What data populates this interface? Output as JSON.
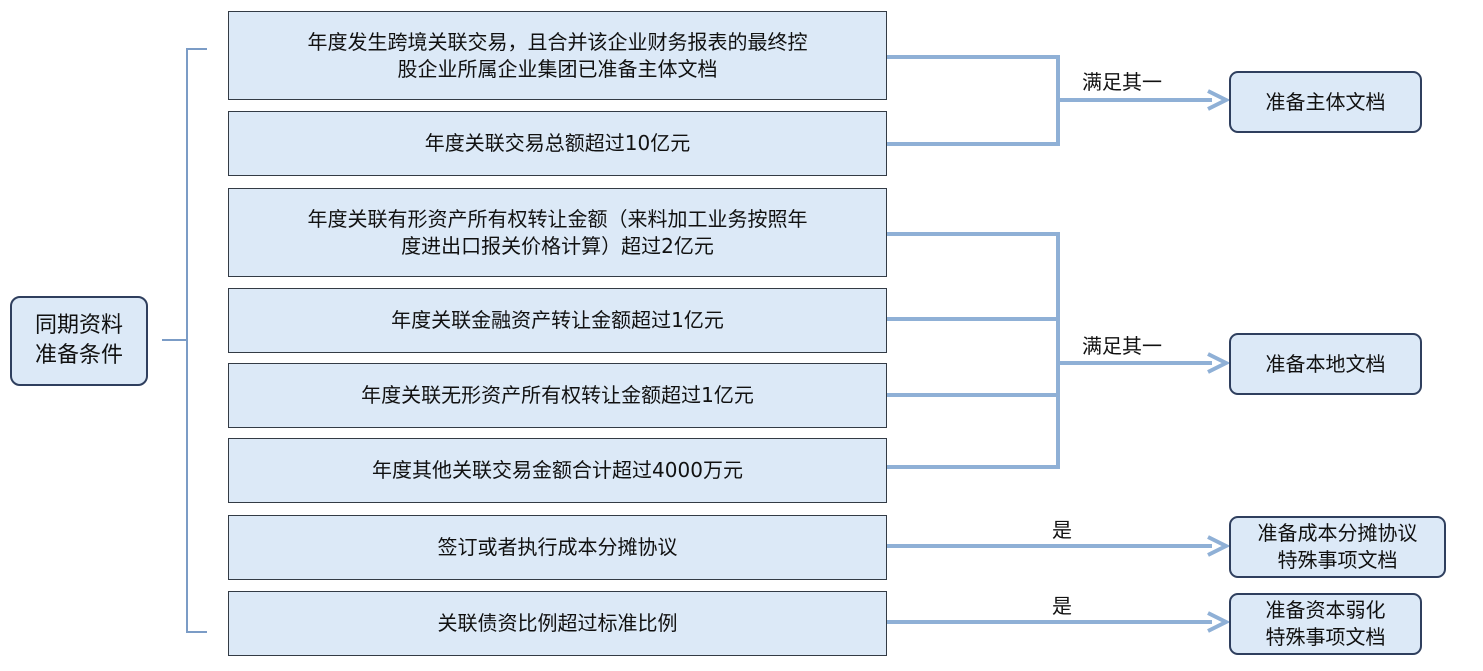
{
  "root": {
    "label": "同期资料\n准备条件"
  },
  "conditions": [
    {
      "text": "年度发生跨境关联交易，且合并该企业财务报表的最终控\n股企业所属企业集团已准备主体文档"
    },
    {
      "text": "年度关联交易总额超过10亿元"
    },
    {
      "text": "年度关联有形资产所有权转让金额（来料加工业务按照年\n度进出口报关价格计算）超过2亿元"
    },
    {
      "text": "年度关联金融资产转让金额超过1亿元"
    },
    {
      "text": "年度关联无形资产所有权转让金额超过1亿元"
    },
    {
      "text": "年度其他关联交易金额合计超过4000万元"
    },
    {
      "text": "签订或者执行成本分摊协议"
    },
    {
      "text": "关联债资比例超过标准比例"
    }
  ],
  "connector_labels": {
    "master": "满足其一",
    "local": "满足其一",
    "cost_sharing": "是",
    "thin_cap": "是"
  },
  "results": {
    "master": "准备主体文档",
    "local": "准备本地文档",
    "cost_sharing": "准备成本分摊协议\n特殊事项文档",
    "thin_cap": "准备资本弱化\n特殊事项文档"
  },
  "colors": {
    "box_fill": "#dce9f7",
    "connector": "#8fb0d6",
    "bracket": "#7b9cc6"
  }
}
